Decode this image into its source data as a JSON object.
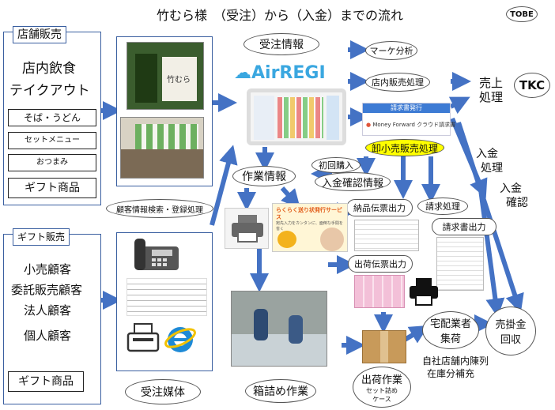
{
  "title": "竹むら様　（受注）から（入金）までの流れ",
  "tobe": "TOBE",
  "store": {
    "tag": "店舗販売",
    "line1": "店内飲食",
    "line2": "テイクアウト",
    "items": [
      "そば・うどん",
      "セットメニュー",
      "おつまみ"
    ],
    "gift": "ギフト商品"
  },
  "gift_sales": {
    "tag": "ギフト販売",
    "customers": [
      "小売顧客",
      "委託販売顧客",
      "法人顧客",
      "個人顧客"
    ],
    "gift": "ギフト商品"
  },
  "labels": {
    "order_info": "受注情報",
    "marketing": "マーケ分析",
    "instore": "店内販売処理",
    "sales1": "売上",
    "sales2": "処理",
    "tkc": "TKC",
    "wholesale": "卸小売販売処理",
    "payment_proc1": "入金",
    "payment_proc2": "処理",
    "payment_conf1": "入金",
    "payment_conf2": "確認",
    "work_info": "作業情報",
    "first_buy": "初回購入",
    "payment_check_info": "入金確認情報",
    "customer_search": "顧客情報検索・登録処理",
    "delivery_slip": "納品伝票出力",
    "invoice_proc": "請求処理",
    "invoice_print": "請求書出力",
    "ship_slip": "出荷伝票出力",
    "courier1": "宅配業者",
    "courier2": "集荷",
    "store_display1": "自社店舗内陳列",
    "store_display2": "在庫分補充",
    "receivable1": "売掛金",
    "receivable2": "回収",
    "media": "受注媒体",
    "packing": "箱詰め作業",
    "ship_work": "出荷作業",
    "ship_sub1": "セット詰め",
    "ship_sub2": "ケース"
  },
  "brands": {
    "airregi": "AirREGI",
    "mf": "Money Forward クラウド請求書",
    "mf_header": "請求書発行",
    "rakuraku": "らくらく送り状発行サービス",
    "rakuraku_sub": "宛先入力をカンタンに、面倒な手間を省く",
    "shop_sign": "竹むら"
  },
  "colors": {
    "arrow": "#4472c4",
    "border": "#3a5fa0",
    "highlight": "#ffff00"
  }
}
